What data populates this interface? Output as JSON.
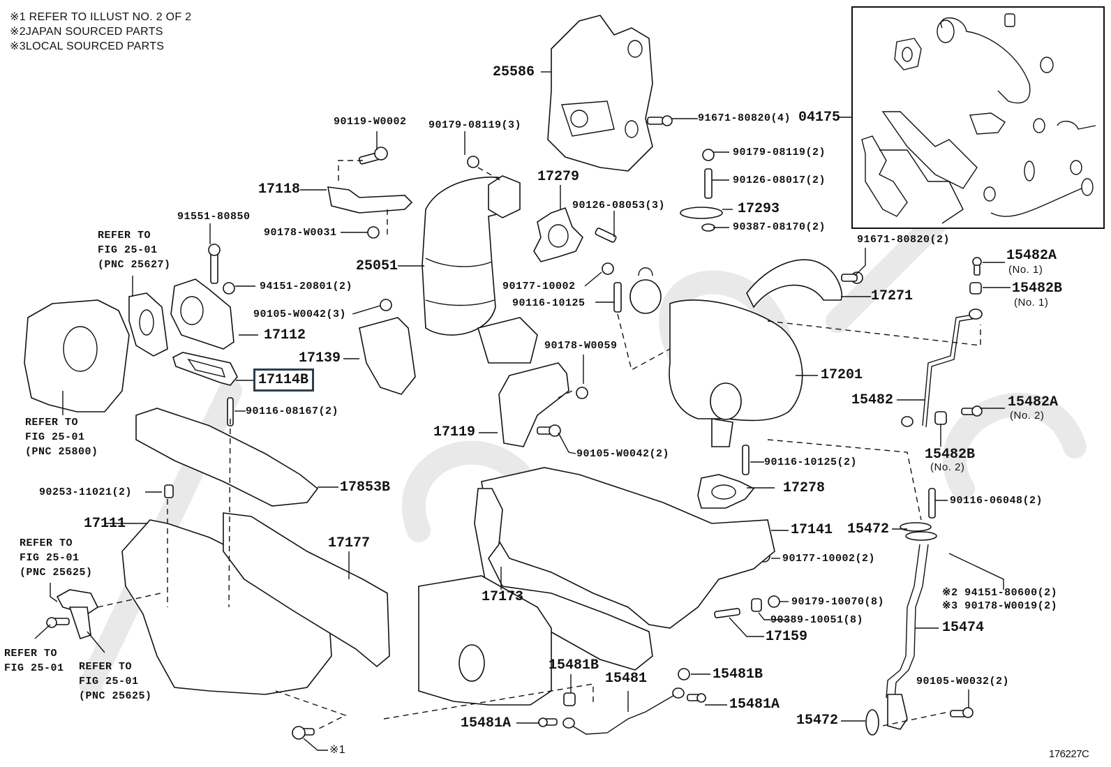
{
  "diagram": {
    "type": "exploded-parts-diagram",
    "subject": "Turbocharger / exhaust manifold assembly",
    "figure_id": "176227C",
    "highlight_color": "#2e3e4a",
    "highlighted_part": "17114B"
  },
  "notes": [
    {
      "mark": "※1",
      "text": "REFER TO ILLUST NO. 2 OF 2"
    },
    {
      "mark": "※2",
      "text": "JAPAN SOURCED PARTS"
    },
    {
      "mark": "※3",
      "text": "LOCAL SOURCED PARTS"
    }
  ],
  "refer_blocks": {
    "pnc25627": "REFER TO\nFIG 25-01\n(PNC 25627)",
    "pnc25800": "REFER TO\nFIG 25-01\n(PNC 25800)",
    "pnc25625_a": "REFER TO\nFIG 25-01\n(PNC 25625)",
    "fig2501": "REFER TO\nFIG 25-01",
    "pnc25625_b": "REFER TO\nFIG 25-01\n(PNC 25625)"
  },
  "parts": {
    "p25586": "25586",
    "p90119_w0002": "90119-W0002",
    "p90179_08119_3": "90179-08119(3)",
    "p91671_80820_4": "91671-80820(4)",
    "p04175": "04175",
    "p17118": "17118",
    "p17279": "17279",
    "p90179_08119_2": "90179-08119(2)",
    "p90126_08017_2": "90126-08017(2)",
    "p90126_08053_3": "90126-08053(3)",
    "p17293": "17293",
    "p90387_08170_2": "90387-08170(2)",
    "p91551_80850": "91551-80850",
    "p90178_w0031": "90178-W0031",
    "p25051": "25051",
    "p94151_20801_2": "94151-20801(2)",
    "p90105_w0042_3": "90105-W0042(3)",
    "p17112": "17112",
    "p90177_10002": "90177-10002",
    "p90116_10125": "90116-10125",
    "p91671_80820_2": "91671-80820(2)",
    "p15482a_1": "15482A",
    "p15482b_1": "15482B",
    "p17271": "17271",
    "p17139": "17139",
    "p17114b": "17114B",
    "p90178_w0059": "90178-W0059",
    "p17201": "17201",
    "p15482": "15482",
    "p15482a_2": "15482A",
    "p15482b_2": "15482B",
    "p90116_08167_2": "90116-08167(2)",
    "p17119": "17119",
    "p90105_w0042_2": "90105-W0042(2)",
    "p90116_10125_2": "90116-10125(2)",
    "p17278": "17278",
    "p90253_11021_2": "90253-11021(2)",
    "p17853b": "17853B",
    "p90116_06048_2": "90116-06048(2)",
    "p17111": "17111",
    "p17141": "17141",
    "p15472_top": "15472",
    "p17177": "17177",
    "p90177_10002_2": "90177-10002(2)",
    "p94151_80600_2": "※2 94151-80600(2)",
    "p90178_w0019_2": "※3 90178-W0019(2)",
    "p17173": "17173",
    "p90179_10070_8": "90179-10070(8)",
    "p90389_10051_8": "90389-10051(8)",
    "p15474": "15474",
    "p17159": "17159",
    "p15481b_left": "15481B",
    "p15481": "15481",
    "p15481b_right": "15481B",
    "p90105_w0032_2": "90105-W0032(2)",
    "p15481a_right": "15481A",
    "p15481a_left": "15481A",
    "p15472_bottom": "15472",
    "illust_ref": "※1"
  },
  "qualifiers": {
    "no1_a": "(No. 1)",
    "no1_b": "(No. 1)",
    "no2_a": "(No. 2)",
    "no2_b": "(No. 2)"
  }
}
